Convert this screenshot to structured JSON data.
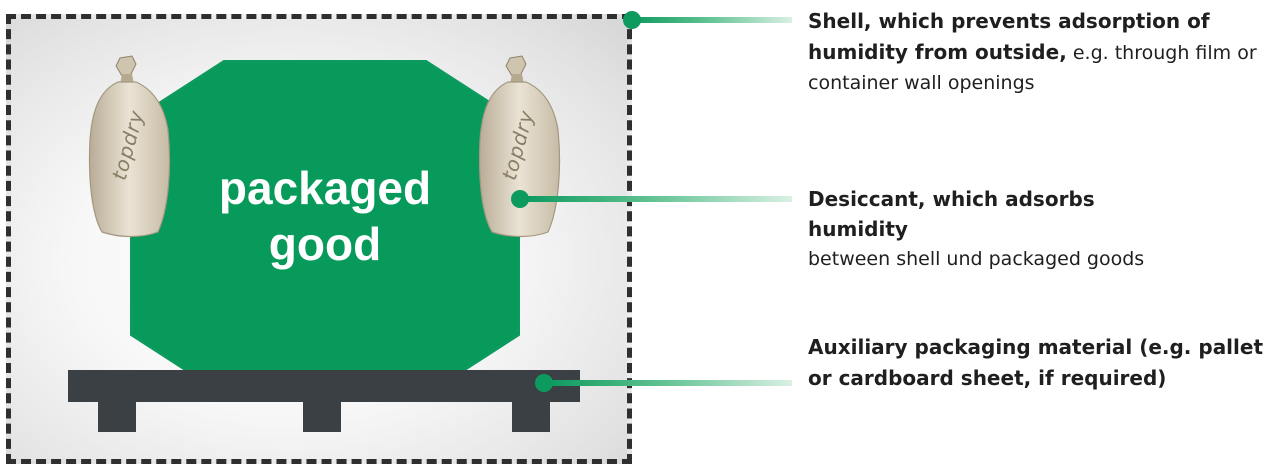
{
  "diagram": {
    "good_line1": "packaged",
    "good_line2": "good",
    "bag_text": "topdry",
    "labels": [
      {
        "bold": "Shell, which prevents adsorption of humidity from outside,",
        "normal": " e.g. through film or container wall openings"
      },
      {
        "bold": "Desiccant, which adsorbs humidity",
        "normal": "between shell und packaged goods"
      },
      {
        "bold": "Auxiliary packaging material (e.g. pallet or cardboard sheet, if required)",
        "normal": ""
      }
    ]
  },
  "colors": {
    "good_green": "#079a5b",
    "pallet_dark": "#3a4043",
    "frame_dash": "#2f2f2f"
  }
}
